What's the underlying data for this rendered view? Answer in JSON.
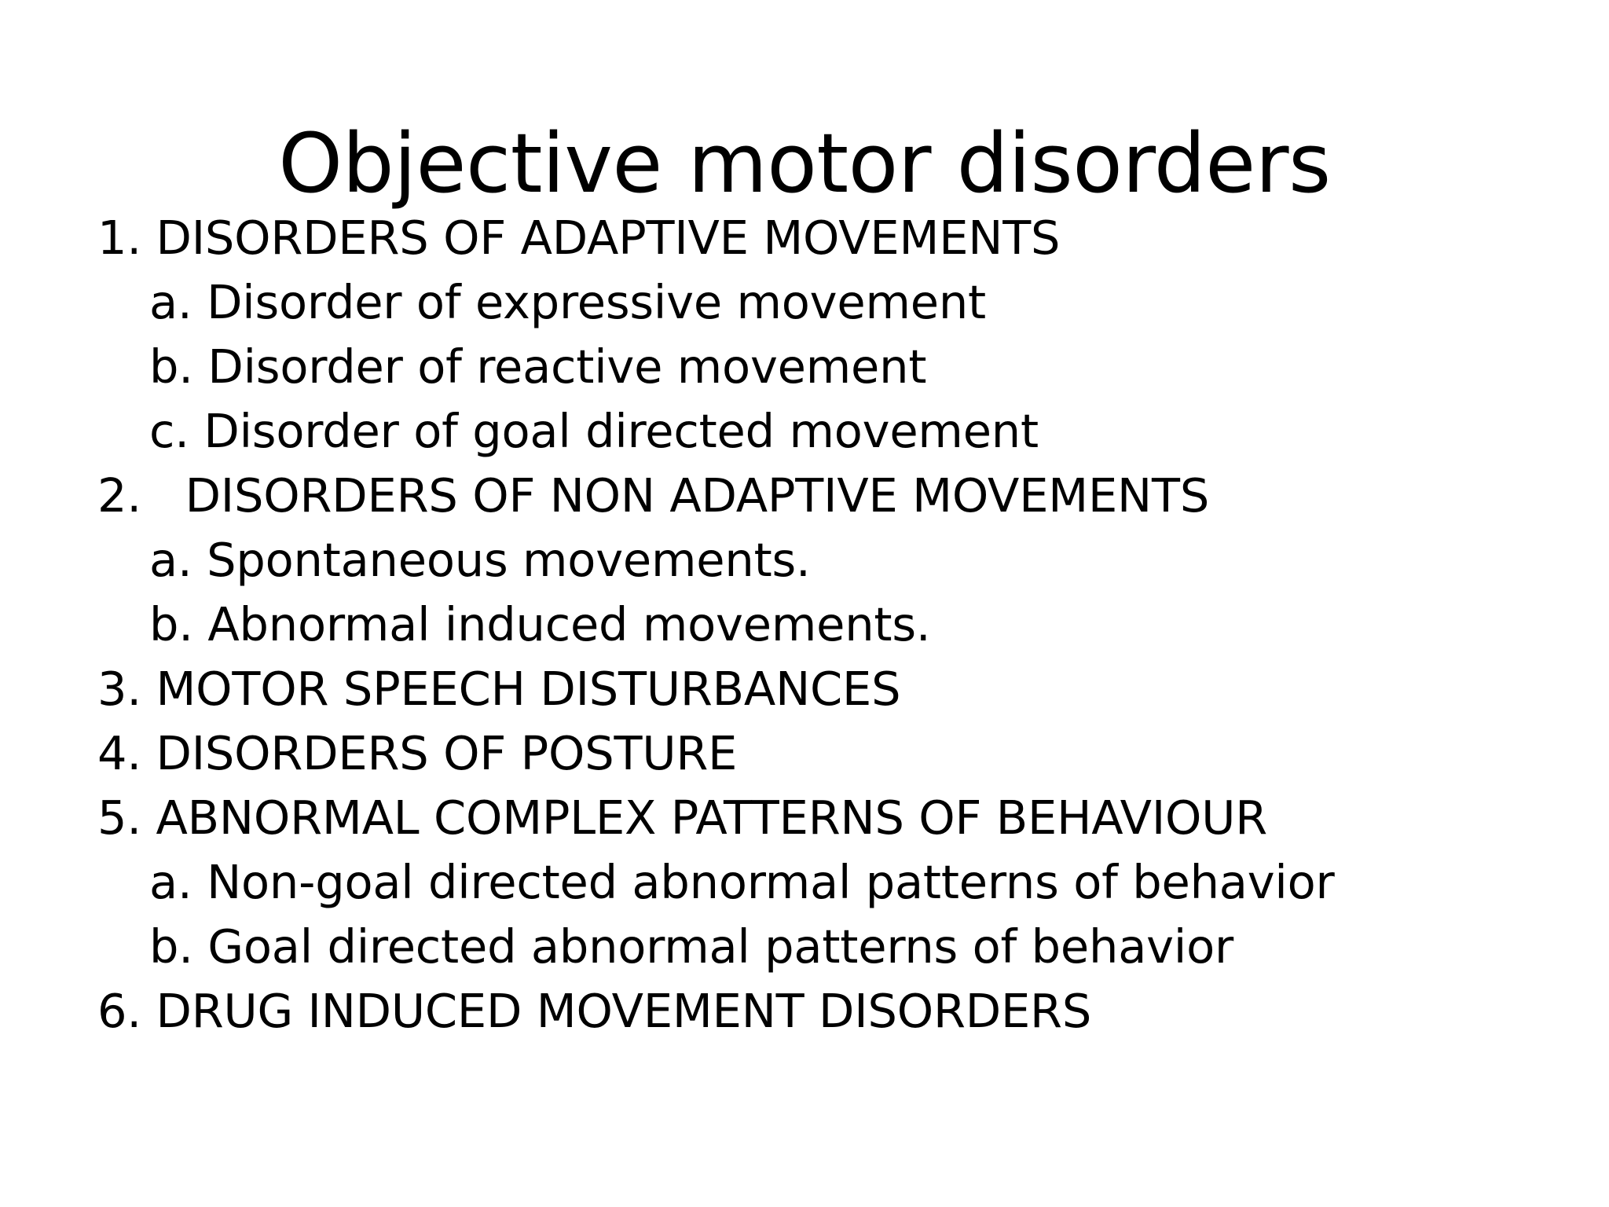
{
  "slide": {
    "title": "Objective motor disorders",
    "background_color": "#ffffff",
    "text_color": "#000000",
    "outline": [
      {
        "level": 1,
        "marker": "1.",
        "gap": " ",
        "text": "DISORDERS OF ADAPTIVE MOVEMENTS"
      },
      {
        "level": 2,
        "marker": "a.",
        "gap": " ",
        "text": "Disorder of expressive movement"
      },
      {
        "level": 2,
        "marker": "b.",
        "gap": " ",
        "text": "Disorder of reactive movement"
      },
      {
        "level": 2,
        "marker": "c.",
        "gap": " ",
        "text": "Disorder of goal directed movement"
      },
      {
        "level": 1,
        "marker": "2.",
        "gap": "   ",
        "text": "DISORDERS OF NON ADAPTIVE MOVEMENTS"
      },
      {
        "level": 2,
        "marker": "a.",
        "gap": " ",
        "text": "Spontaneous movements."
      },
      {
        "level": 2,
        "marker": "b.",
        "gap": " ",
        "text": "Abnormal induced movements."
      },
      {
        "level": 1,
        "marker": "3.",
        "gap": " ",
        "text": "MOTOR SPEECH DISTURBANCES"
      },
      {
        "level": 1,
        "marker": "4.",
        "gap": " ",
        "text": "DISORDERS OF POSTURE"
      },
      {
        "level": 1,
        "marker": "5.",
        "gap": " ",
        "text": "ABNORMAL COMPLEX PATTERNS OF BEHAVIOUR"
      },
      {
        "level": 2,
        "marker": "a.",
        "gap": " ",
        "text": "Non-goal directed abnormal patterns of behavior"
      },
      {
        "level": 2,
        "marker": "b.",
        "gap": " ",
        "text": "Goal directed abnormal patterns of behavior"
      },
      {
        "level": 1,
        "marker": "6.",
        "gap": " ",
        "text": "DRUG INDUCED MOVEMENT DISORDERS"
      }
    ]
  }
}
